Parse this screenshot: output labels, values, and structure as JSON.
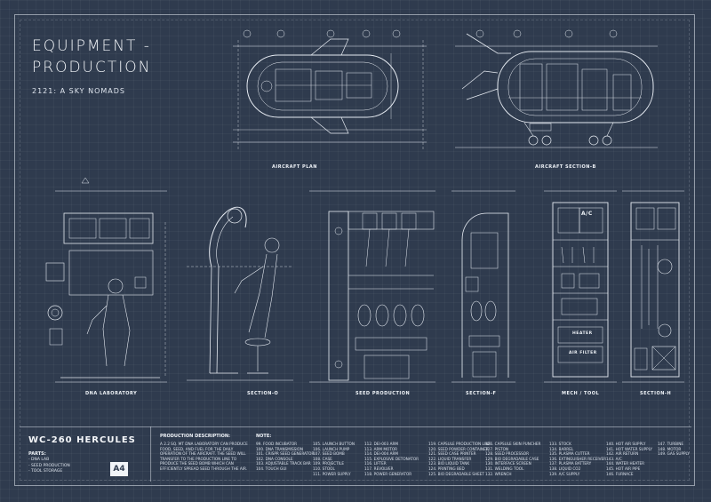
{
  "header": {
    "title_line1": "EQUIPMENT  -",
    "title_line2": "PRODUCTION",
    "subtitle": "2121: A SKY NOMADS"
  },
  "drawings": {
    "aircraft_plan": "AIRCRAFT PLAN",
    "aircraft_section_b": "AIRCRAFT SECTION-B",
    "dna_laboratory": "DNA LABORATORY",
    "section_o": "SECTION-O",
    "seed_production": "SEED PRODUCTION",
    "section_f": "SECTION-F",
    "mech_tool": "MECH / TOOL",
    "section_h": "SECTION-H",
    "panel_heater": "HEATER",
    "panel_air_filter": "AIR FILTER",
    "panel_ac": "A/C"
  },
  "colors": {
    "background": "#2f3b4e",
    "line": "#e6ebf2"
  },
  "titleblock": {
    "name": "WC-260 HERCULES",
    "parts_heading": "PARTS:",
    "parts": [
      "- DNA LAB",
      "- SEED PRODUCTION",
      "- TOOL STORAGE"
    ],
    "sheet_size": "A4",
    "description_heading": "PRODUCTION  DESCRIPTION:",
    "description": "A 2.2 SQ. MT DNA LABORATORY CAN PRODUCE FOOD, SEED, AND FUEL FOR THE DAILY OPERATION OF THE AIRCRAFT. THE SEED WILL TRANSFER TO THE PRODUCTION LINE TO PRODUCE THE SEED BOMB WHICH CAN EFFICIENTLY SPREAD SEED THROUGH THE AIR.",
    "note_heading": "NOTE:",
    "notes": [
      [
        "99. FOOD INCUBATOR",
        "100. DNA TRANSMISSION",
        "101. CRISPR SEED GENERATOR",
        "102. DNA CONSOLE",
        "103. ADJUSTABLE TRACK BAR",
        "104. TOUCH GUI"
      ],
      [
        "105. LAUNCH BUTTON",
        "106. LAUNCH PUMP",
        "107. SEED BOMB",
        "108. CASE",
        "109. PROJECTILE",
        "110. STOOL",
        "111. POWER SUPPLY"
      ],
      [
        "112. DEI-003 ARM",
        "113. ARM MOTOR",
        "114. DEI-004 ARM",
        "115. EXPLOSIVE DETONATOR",
        "116. LIFTER",
        "117. REVOLVER",
        "118. POWER GENERATOR"
      ],
      [
        "119. CAPSULE PRODUCTION LINE",
        "120. SEED POWDER CONTAINER",
        "121. SEED CASE PRINTER",
        "122. LIQUID TRANSFER",
        "123. BIO LIQUID TANK",
        "124. PRINTING BED",
        "125. BIO DEGRADABLE SHEET"
      ],
      [
        "126. CAPSULE SKIN PUNCHER",
        "127. PISTON",
        "128. SEED PROCESSOR",
        "129. BIO DEGRADABLE CASE",
        "130. INTERFACE SCREEN",
        "131. WELDING TOOL",
        "132. WRENCH"
      ],
      [
        "133. STOCK",
        "134. BARREL",
        "135. PLASMA CUTTER",
        "136. EXTINGUISHER RECEIVER",
        "137. PLASMA BATTERY",
        "138. LIQUID CO2",
        "139. A/C SUPPLY"
      ],
      [
        "140. HOT AIR SUPPLY",
        "141. HOT WATER SUPPLY",
        "142. AIR RETURN",
        "143. A/C",
        "144. WATER HEATER",
        "145. HOT AIR PIPE",
        "146. FURNACE"
      ],
      [
        "147. TURBINE",
        "148. MOTOR",
        "149. GAS SUPPLY"
      ]
    ]
  }
}
